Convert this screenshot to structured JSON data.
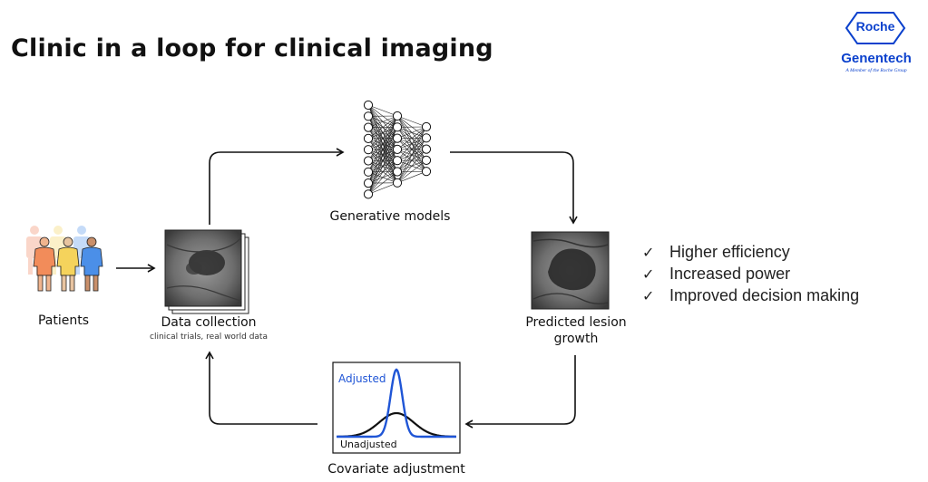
{
  "title": "Clinic in a loop for clinical imaging",
  "logo": {
    "roche": "Roche",
    "genentech": "Genentech",
    "tagline": "A Member of the Roche Group",
    "color": "#0b41cd"
  },
  "nodes": {
    "patients": "Patients",
    "data_collection": "Data collection",
    "data_collection_sub": "clinical trials, real world data",
    "generative_models": "Generative models",
    "predicted_lesion_line1": "Predicted lesion",
    "predicted_lesion_line2": "growth",
    "covariate_adjustment": "Covariate adjustment"
  },
  "curve_plot": {
    "adjusted_label": "Adjusted",
    "unadjusted_label": "Unadjusted",
    "adjusted_color": "#1f55d6",
    "unadjusted_color": "#111111"
  },
  "benefits": [
    {
      "icon": "check-mark-icon",
      "text": "Higher efficiency"
    },
    {
      "icon": "check-mark-icon",
      "text": "Increased power"
    },
    {
      "icon": "check-mark-icon",
      "text": "Improved decision making"
    }
  ],
  "patient_colors": [
    "#f28c5a",
    "#f5d35c",
    "#4b8fe8"
  ]
}
